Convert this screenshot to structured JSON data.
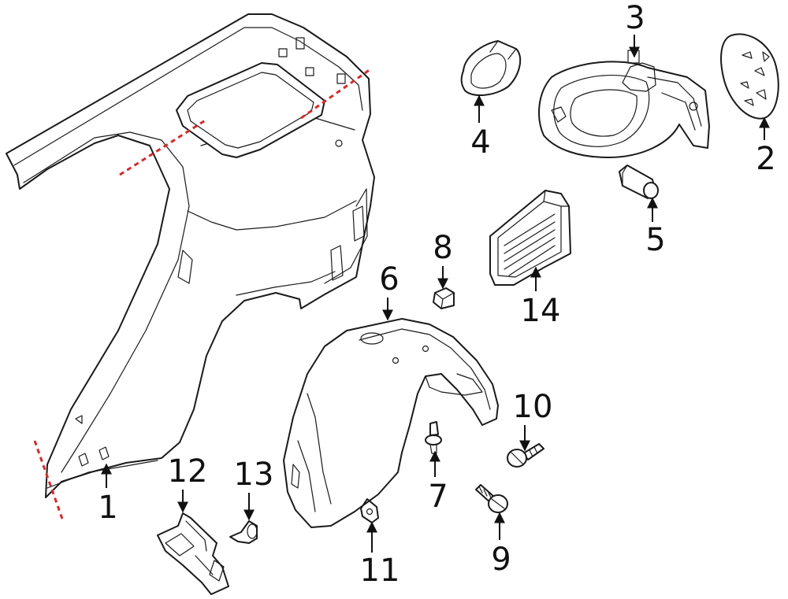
{
  "colors": {
    "line": "#1a1a1a",
    "cut_line": "#d42a2a",
    "background": "#ffffff"
  },
  "callouts": [
    {
      "id": "1",
      "label": "1",
      "part": "quarter-panel"
    },
    {
      "id": "2",
      "label": "2",
      "part": "fuel-door-cover"
    },
    {
      "id": "3",
      "label": "3",
      "part": "fuel-filler-housing"
    },
    {
      "id": "4",
      "label": "4",
      "part": "housing-seal"
    },
    {
      "id": "5",
      "label": "5",
      "part": "door-actuator"
    },
    {
      "id": "6",
      "label": "6",
      "part": "wheelhouse-liner"
    },
    {
      "id": "7",
      "label": "7",
      "part": "push-pin"
    },
    {
      "id": "8",
      "label": "8",
      "part": "bumper-stop"
    },
    {
      "id": "9",
      "label": "9",
      "part": "bolt"
    },
    {
      "id": "10",
      "label": "10",
      "part": "screw"
    },
    {
      "id": "11",
      "label": "11",
      "part": "clip"
    },
    {
      "id": "12",
      "label": "12",
      "part": "bracket"
    },
    {
      "id": "13",
      "label": "13",
      "part": "retainer"
    },
    {
      "id": "14",
      "label": "14",
      "part": "pressure-vent"
    }
  ]
}
